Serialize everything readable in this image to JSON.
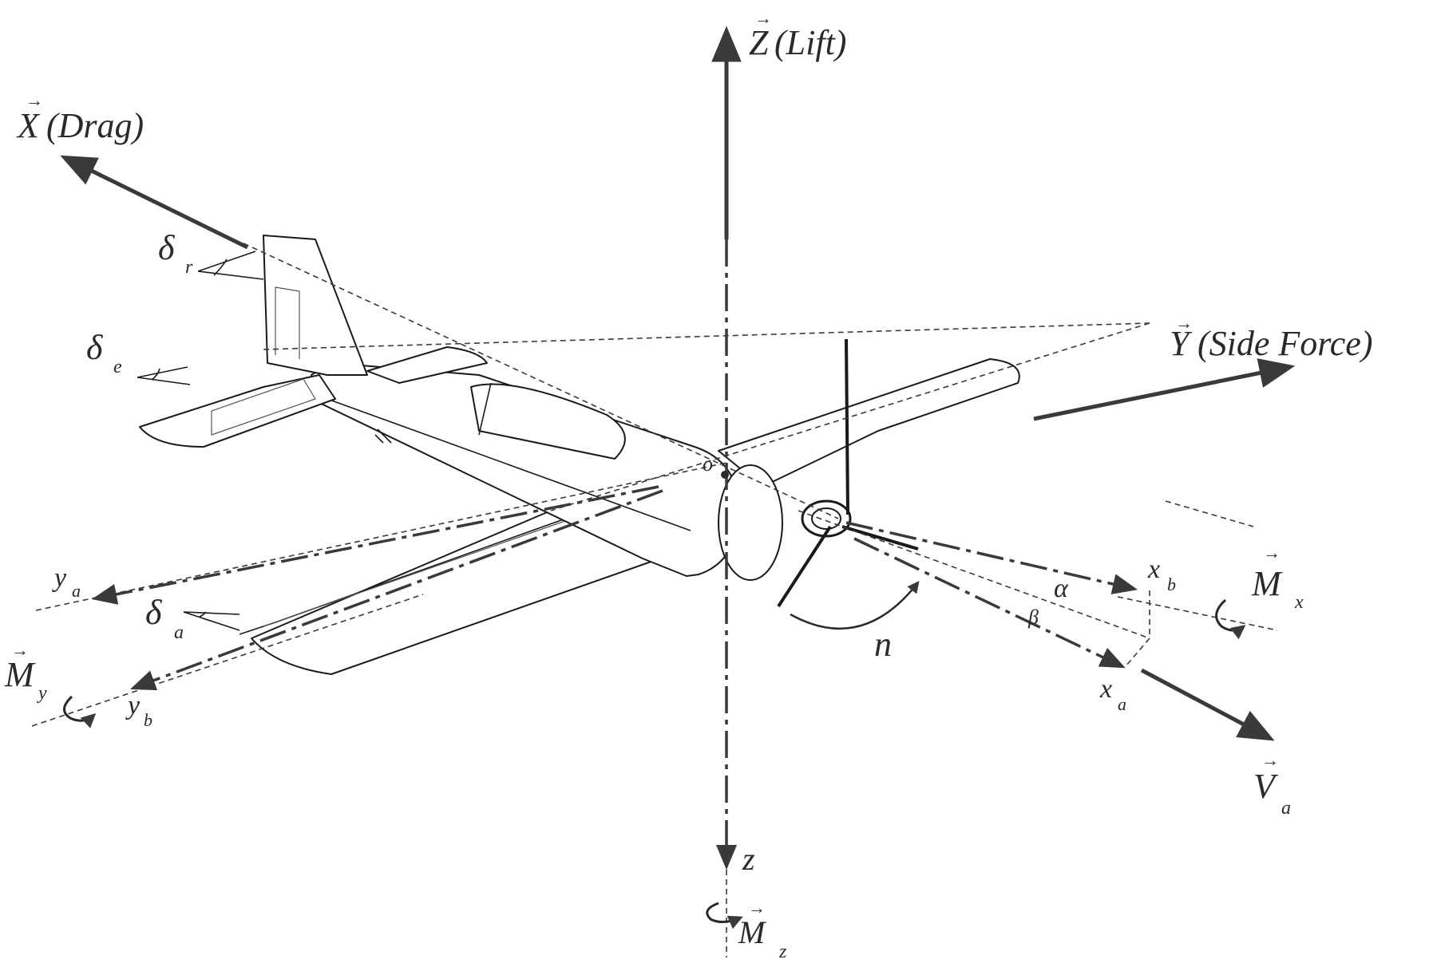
{
  "labels": {
    "z_lift": "Z",
    "z_lift_tail": "(Lift)",
    "x_drag": "X",
    "x_drag_tail": "(Drag)",
    "y_side": "Y",
    "y_side_tail": "(Side Force)",
    "delta": "δ",
    "delta_r_sub": "r",
    "delta_e_sub": "e",
    "delta_a_sub": "a",
    "origin": "o",
    "y_a": "y",
    "y_a_sub": "a",
    "y_b": "y",
    "y_b_sub": "b",
    "x_a": "x",
    "x_a_sub": "a",
    "x_b": "x",
    "x_b_sub": "b",
    "alpha": "α",
    "beta": "β",
    "n": "n",
    "M": "M",
    "M_x_sub": "x",
    "M_y_sub": "y",
    "M_z_sub": "z",
    "V": "V",
    "V_a_sub": "a",
    "z_axis": "z",
    "vec_arrow": "→"
  },
  "colors": {
    "ink": "#2a2a2a",
    "line": "#3a3a3a",
    "background": "#ffffff"
  }
}
